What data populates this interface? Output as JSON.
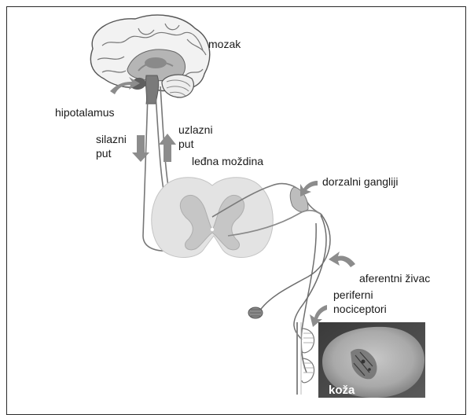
{
  "labels": {
    "brain": "mozak",
    "hypothalamus": "hipotalamus",
    "descending_1": "silazni",
    "descending_2": "put",
    "ascending_1": "uzlazni",
    "ascending_2": "put",
    "spinal_cord": "leđna moždina",
    "dorsal_ganglia": "dorzalni gangliji",
    "afferent_nerve": "aferentni živac",
    "peripheral_1": "periferni",
    "peripheral_2": "nociceptori",
    "skin": "koža"
  },
  "colors": {
    "tissue_light": "#e6e6e6",
    "tissue_mid": "#b3b3b3",
    "tissue_dark": "#7a7a7a",
    "nerve_fill": "#d9d9d9",
    "nerve_stroke": "#666666",
    "arrow": "#8c8c8c",
    "photo_bg": "#555555"
  }
}
